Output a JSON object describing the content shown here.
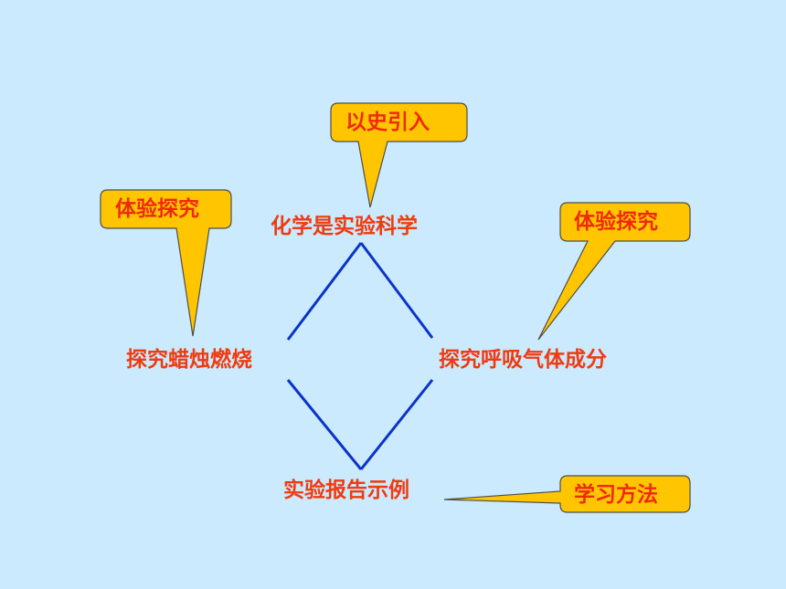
{
  "nodes": {
    "top": "化学是实验科学",
    "left": "探究蜡烛燃烧",
    "right": "探究呼吸气体成分",
    "bottom": "实验报告示例"
  },
  "callouts": {
    "top": "以史引入",
    "left": "体验探究",
    "right": "体验探究",
    "bottom": "学习方法"
  },
  "colors": {
    "background": "#cbeafd",
    "node_text": "#f03a10",
    "callout_fill": "#ffc600",
    "callout_stroke": "#4d4d4d",
    "connector": "#0a33c8"
  }
}
